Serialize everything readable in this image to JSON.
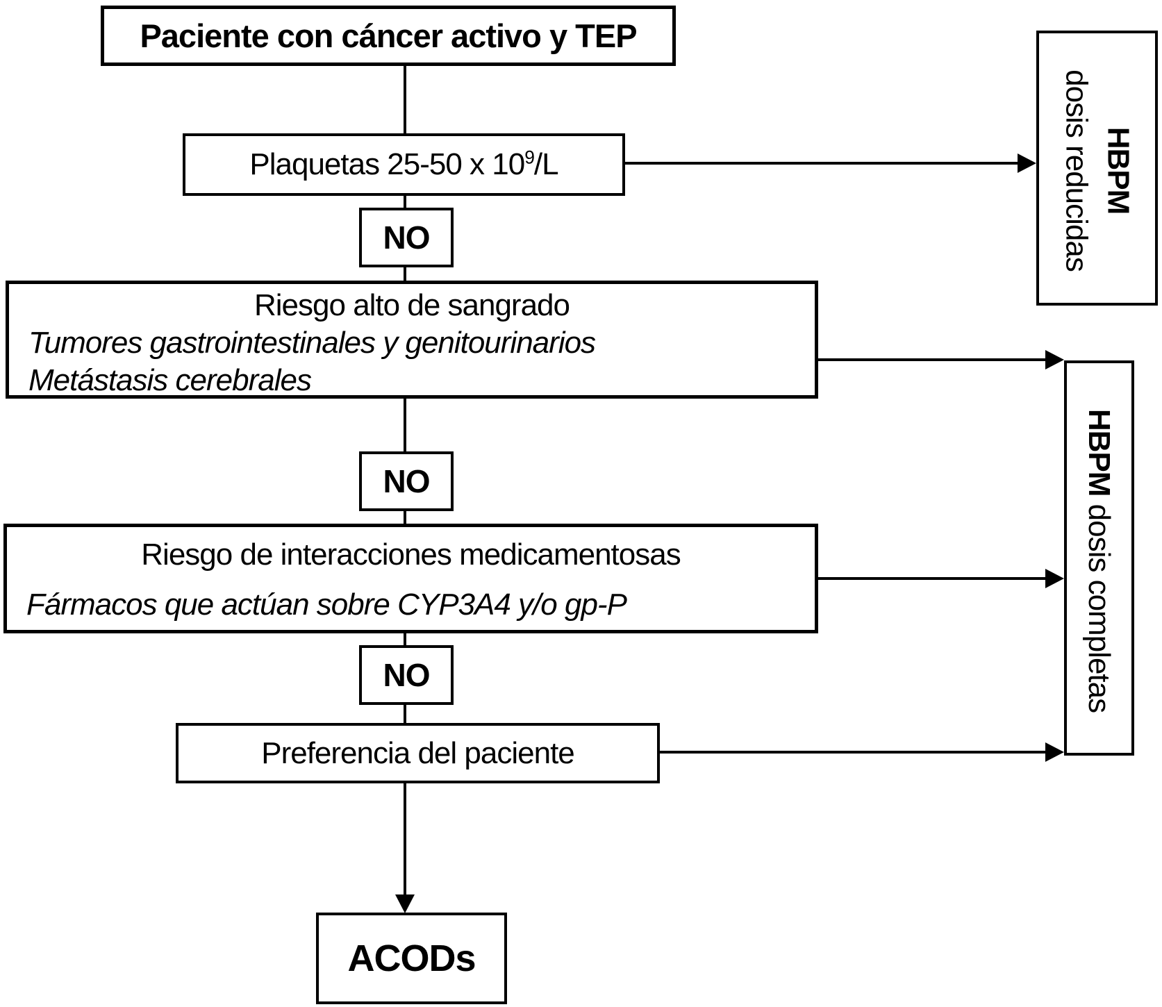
{
  "diagram": {
    "no_label": "NO",
    "patient_box": {
      "label": "Paciente con cáncer activo y TEP"
    },
    "platelets_box": {
      "prefix": "Plaquetas 25-50 x 10",
      "superscript": "9",
      "suffix": "/L"
    },
    "bleeding_box": {
      "title": "Riesgo alto de sangrado",
      "detail1": "Tumores gastrointestinales y genitourinarios",
      "detail2": "Metástasis cerebrales"
    },
    "interactions_box": {
      "title": "Riesgo de interacciones medicamentosas",
      "detail1": "Fármacos que actúan sobre CYP3A4 y/o gp-P"
    },
    "preference_box": {
      "label": "Preferencia del paciente"
    },
    "outcome_box": {
      "label": "ACODs"
    },
    "hbpm_reduced_box": {
      "line1": "HBPM",
      "line2": "dosis reducidas"
    },
    "hbpm_full_box": {
      "bold_part": "HBPM",
      "regular_part": " dosis completas"
    },
    "colors": {
      "line": "#000000",
      "background": "#ffffff",
      "box_fill": "#ffffff"
    }
  }
}
